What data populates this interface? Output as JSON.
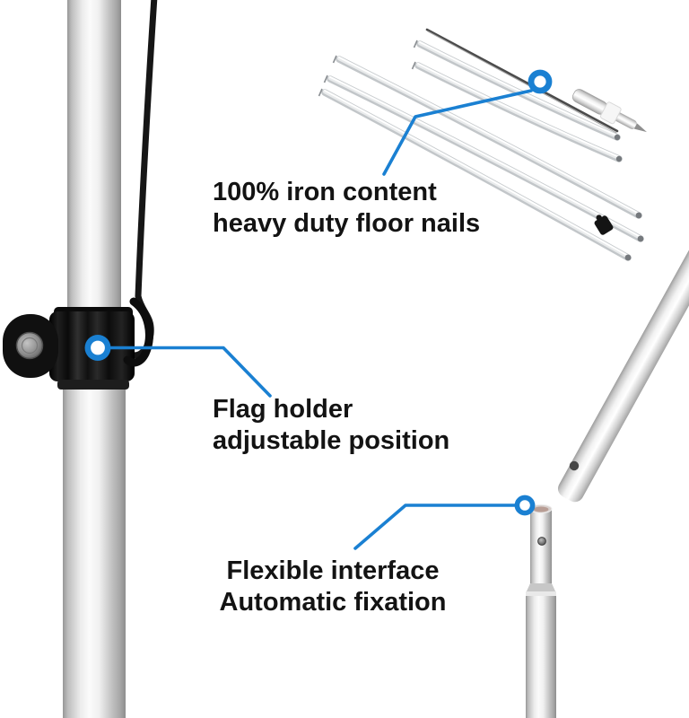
{
  "image_title": "Feather flag pole feature callouts",
  "colors": {
    "accent_blue": "#1a80d2",
    "text": "#131313",
    "pole_silver": "#d9d9d9",
    "clamp_black": "#111111"
  },
  "annotations": {
    "floor_nails": {
      "line1": "100% iron content",
      "line2": "heavy duty floor nails"
    },
    "flag_holder": {
      "line1": "Flag holder",
      "line2": "adjustable position"
    },
    "flexible_interface": {
      "line1": "Flexible interface",
      "line2": "Automatic fixation"
    }
  },
  "markers": [
    {
      "name": "floor-nails-ring",
      "type": "ring"
    },
    {
      "name": "flag-holder-dot",
      "type": "dot"
    },
    {
      "name": "flexible-interface-ring",
      "type": "ring"
    }
  ]
}
